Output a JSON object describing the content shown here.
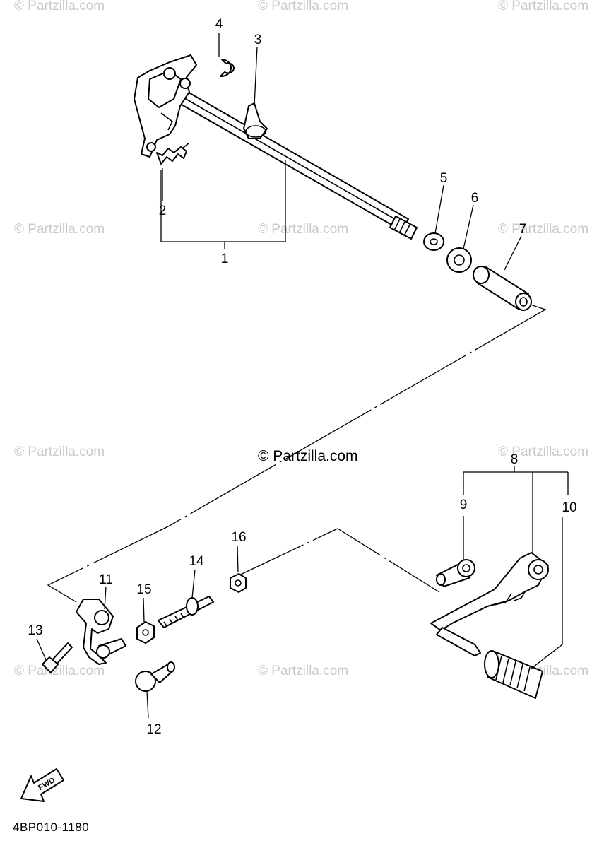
{
  "watermark": {
    "text": "© Partzilla.com"
  },
  "diagram_code": "4BP010-1180",
  "direction_arrow_label": "FWD",
  "callouts": [
    {
      "id": "c1",
      "label": "1"
    },
    {
      "id": "c2",
      "label": "2"
    },
    {
      "id": "c3",
      "label": "3"
    },
    {
      "id": "c4",
      "label": "4"
    },
    {
      "id": "c5",
      "label": "5"
    },
    {
      "id": "c6",
      "label": "6"
    },
    {
      "id": "c7",
      "label": "7"
    },
    {
      "id": "c8",
      "label": "8"
    },
    {
      "id": "c9",
      "label": "9"
    },
    {
      "id": "c10",
      "label": "10"
    },
    {
      "id": "c11",
      "label": "11"
    },
    {
      "id": "c12",
      "label": "12"
    },
    {
      "id": "c13",
      "label": "13"
    },
    {
      "id": "c14",
      "label": "14"
    },
    {
      "id": "c15",
      "label": "15"
    },
    {
      "id": "c16",
      "label": "16"
    }
  ]
}
